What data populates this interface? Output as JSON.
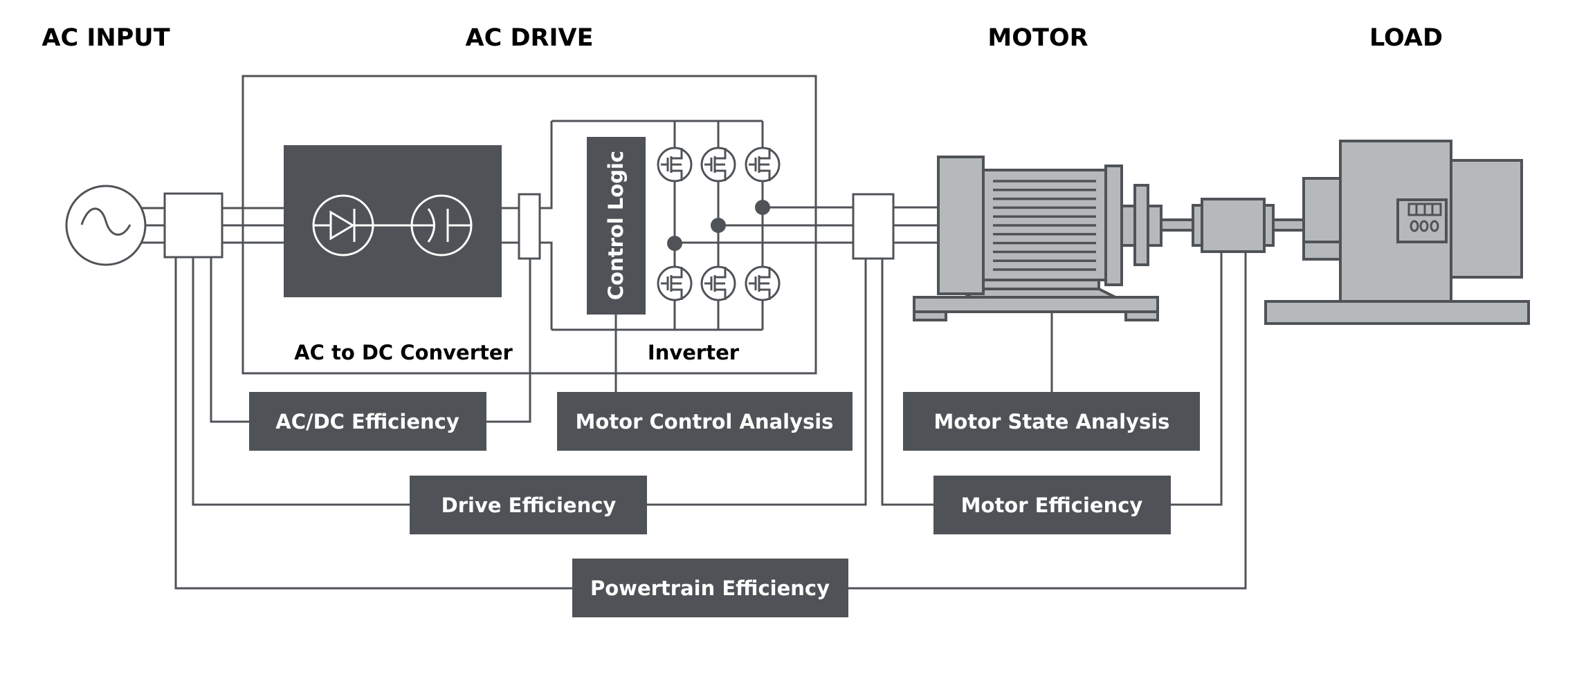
{
  "headers": {
    "ac_input": "AC INPUT",
    "ac_drive": "AC DRIVE",
    "motor": "MOTOR",
    "load": "LOAD"
  },
  "drive_sections": {
    "converter": "AC to DC Converter",
    "inverter": "Inverter",
    "control_logic": "Control Logic"
  },
  "analysis_boxes": {
    "acdc_efficiency": "AC/DC Efficiency",
    "motor_control_analysis": "Motor Control Analysis",
    "motor_state_analysis": "Motor State Analysis",
    "drive_efficiency": "Drive Efficiency",
    "motor_efficiency": "Motor Efficiency",
    "powertrain_efficiency": "Powertrain Efficiency"
  },
  "icons": {
    "ac_source": "sine-wave-source-icon",
    "rectifier": "diode-icon",
    "dc_link": "capacitor-icon",
    "switch": "mosfet-icon",
    "motor": "electric-motor-icon",
    "torque_sensor": "torque-sensor-icon",
    "load": "dynamometer-load-icon"
  },
  "colors": {
    "line": "#4f5357",
    "box_fill": "#4f5357",
    "machine_fill": "#b6b9ba",
    "label_text": "#ffffff",
    "heading_text": "#000000"
  }
}
